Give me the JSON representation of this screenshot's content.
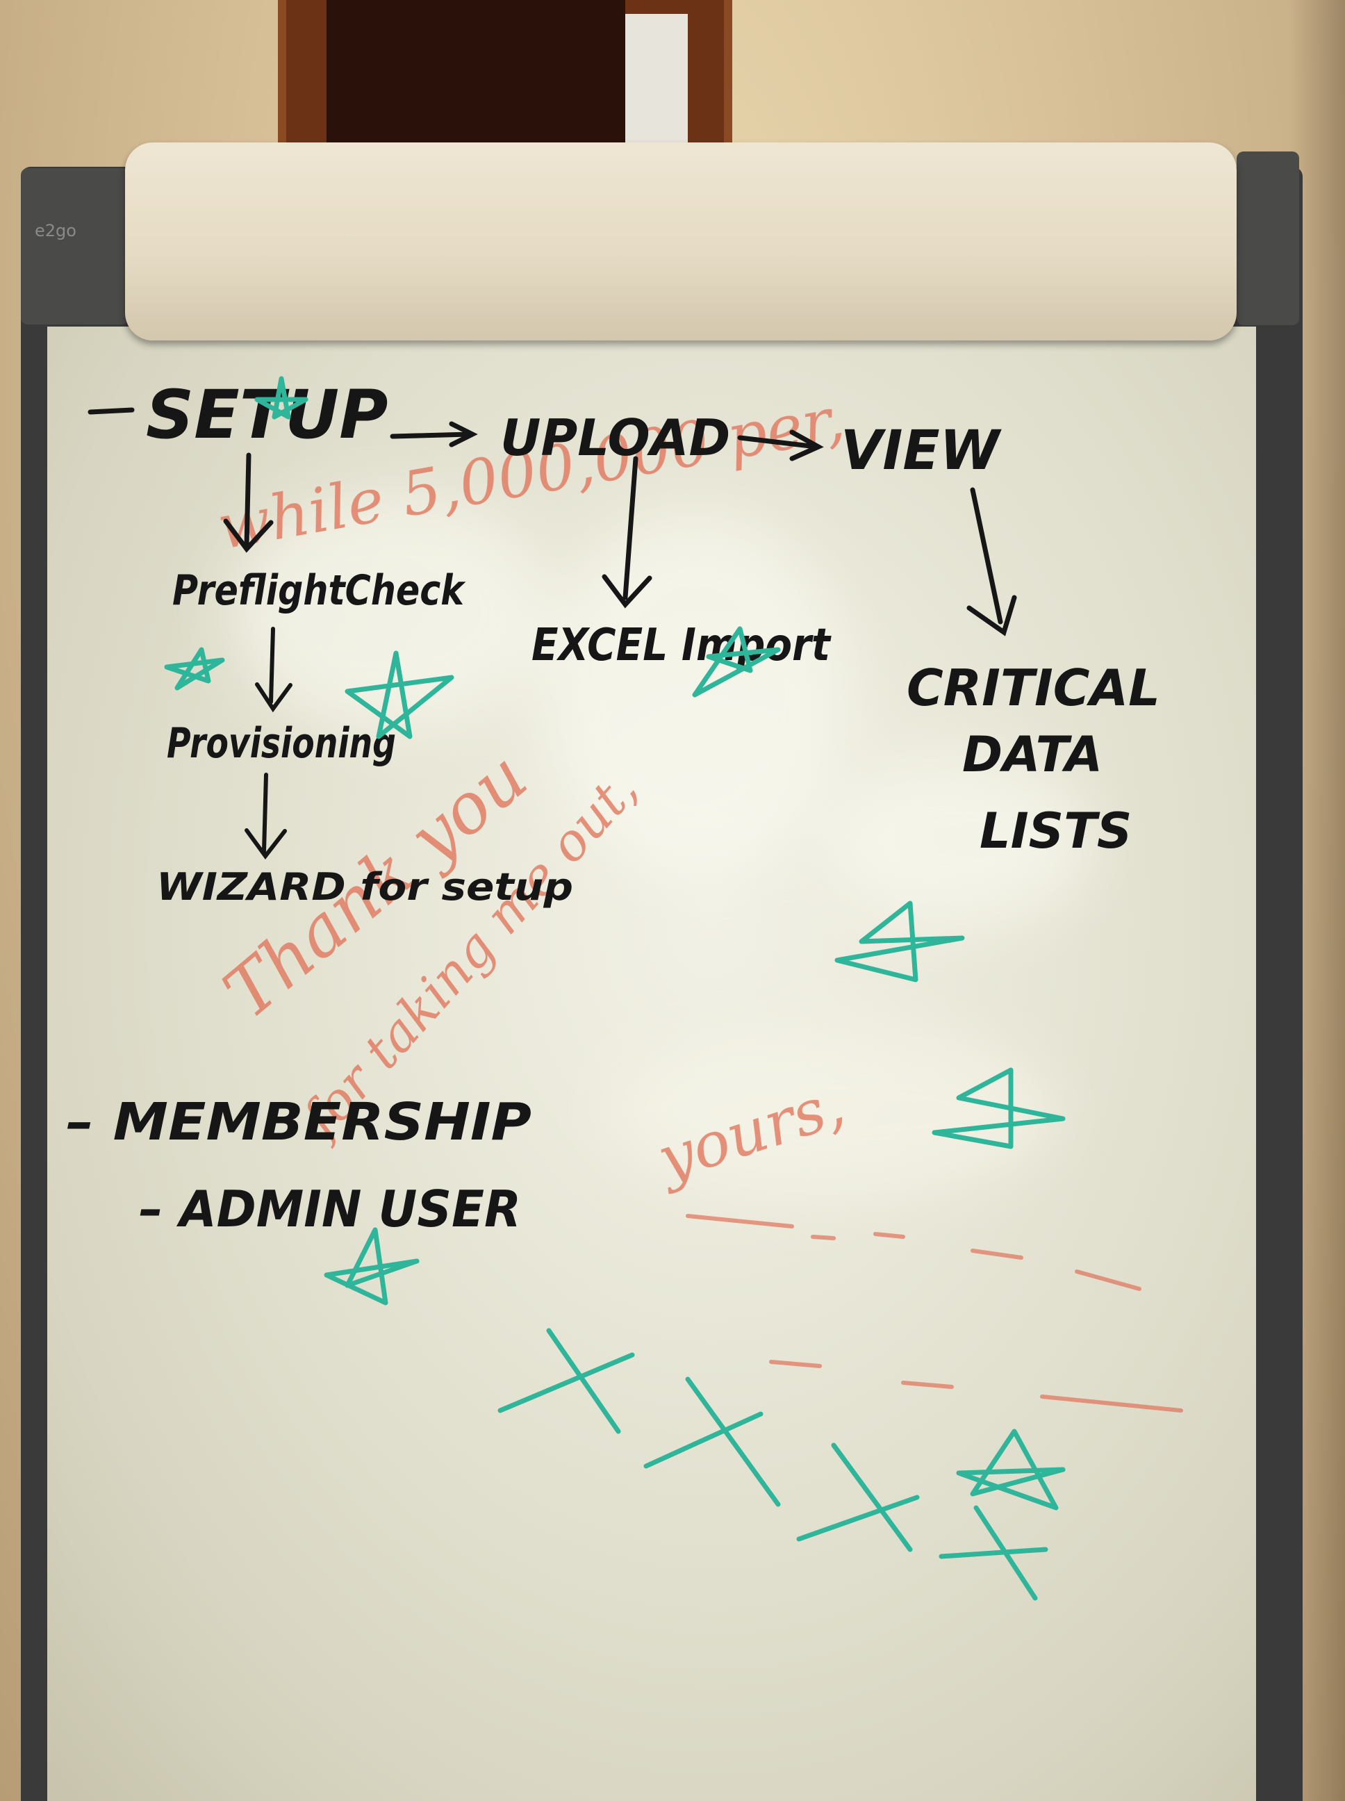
{
  "photo": {
    "subject": "",
    "colors": {
      "black_marker": "#161616",
      "red_marker": "#e0735a",
      "green_marker": "#2fb59a",
      "frame": "#3a3a3a",
      "paper": "#ecebdc"
    }
  },
  "board": {
    "brand_mark": "e2go",
    "flow": {
      "setup": "SETUP",
      "upload": "UPLOAD",
      "view": "VIEW",
      "preflight": "PreflightCheck",
      "provisioning": "Provisioning",
      "wizard": "WIZARD for setup",
      "excel": "EXCEL Import",
      "critical": [
        "CRITICAL",
        "DATA",
        "LISTS"
      ]
    },
    "section2": {
      "membership": "– MEMBERSHIP",
      "admin_user": "– ADMIN USER"
    },
    "red_note": {
      "line1": "while 5,000,000 per,",
      "line2": "Thank you",
      "line3": "for taking me out,",
      "line4": "yours,"
    }
  }
}
